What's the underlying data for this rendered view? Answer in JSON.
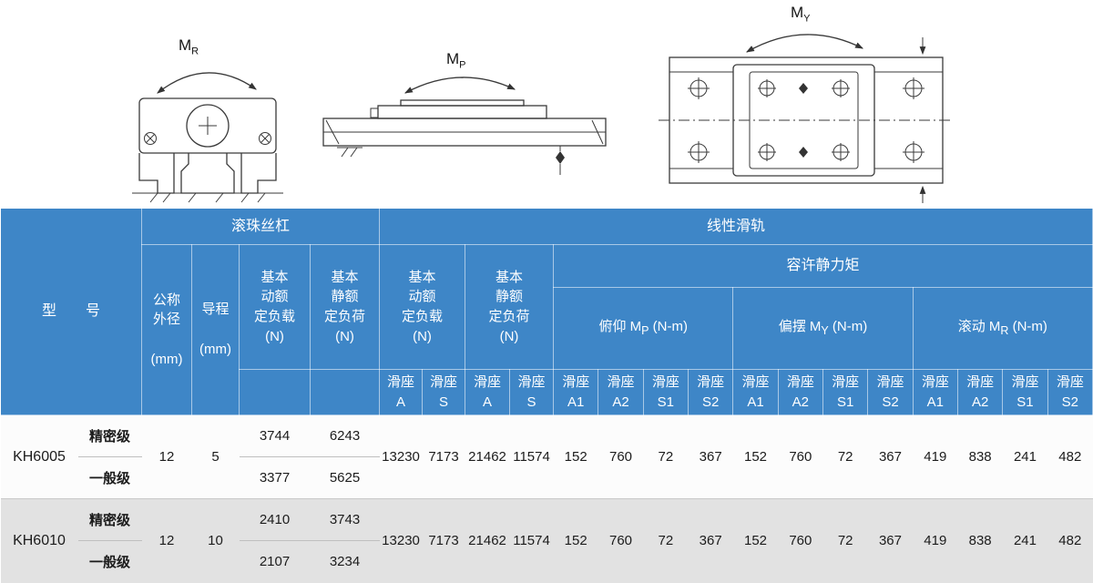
{
  "diagrams": {
    "mr": {
      "label": "M",
      "sub": "R"
    },
    "mp": {
      "label": "M",
      "sub": "P"
    },
    "my": {
      "label": "M",
      "sub": "Y"
    }
  },
  "table": {
    "header": {
      "model": "型　　号",
      "ball_screw": "滚珠丝杠",
      "linear_rail": "线性滑轨",
      "dia": "公称\n外径\n\n(mm)",
      "lead": "导程\n\n(mm)",
      "ball_dyn": "基本\n动额\n定负载\n(N)",
      "ball_stat": "基本\n静额\n定负荷\n(N)",
      "rail_dyn": "基本\n动额\n定负载\n(N)",
      "rail_stat": "基本\n静额\n定负荷\n(N)",
      "moment": "容许静力矩",
      "mp": {
        "pre": "俯仰 M",
        "sub": "P",
        "post": " (N-m)"
      },
      "my": {
        "pre": "偏摆 M",
        "sub": "Y",
        "post": " (N-m)"
      },
      "mr": {
        "pre": "滚动 M",
        "sub": "R",
        "post": " (N-m)"
      },
      "seat_a": "滑座\nA",
      "seat_s": "滑座\nS",
      "seat_a1": "滑座\nA1",
      "seat_a2": "滑座\nA2",
      "seat_s1": "滑座\nS1",
      "seat_s2": "滑座\nS2"
    },
    "rows": [
      {
        "model": "KH6005",
        "dia": "12",
        "lead": "5",
        "grades": [
          {
            "name": "精密级",
            "dyn": "3744",
            "stat": "6243"
          },
          {
            "name": "一般级",
            "dyn": "3377",
            "stat": "5625"
          }
        ],
        "rail": {
          "dyn_a": "13230",
          "dyn_s": "7173",
          "stat_a": "21462",
          "stat_s": "11574"
        },
        "mp": [
          "152",
          "760",
          "72",
          "367"
        ],
        "my": [
          "152",
          "760",
          "72",
          "367"
        ],
        "mr": [
          "419",
          "838",
          "241",
          "482"
        ]
      },
      {
        "model": "KH6010",
        "dia": "12",
        "lead": "10",
        "grades": [
          {
            "name": "精密级",
            "dyn": "2410",
            "stat": "3743"
          },
          {
            "name": "一般级",
            "dyn": "2107",
            "stat": "3234"
          }
        ],
        "rail": {
          "dyn_a": "13230",
          "dyn_s": "7173",
          "stat_a": "21462",
          "stat_s": "11574"
        },
        "mp": [
          "152",
          "760",
          "72",
          "367"
        ],
        "my": [
          "152",
          "760",
          "72",
          "367"
        ],
        "mr": [
          "419",
          "838",
          "241",
          "482"
        ]
      }
    ]
  },
  "colors": {
    "header_bg": "#3e86c7",
    "alt_row_bg": "#e2e2e2"
  }
}
